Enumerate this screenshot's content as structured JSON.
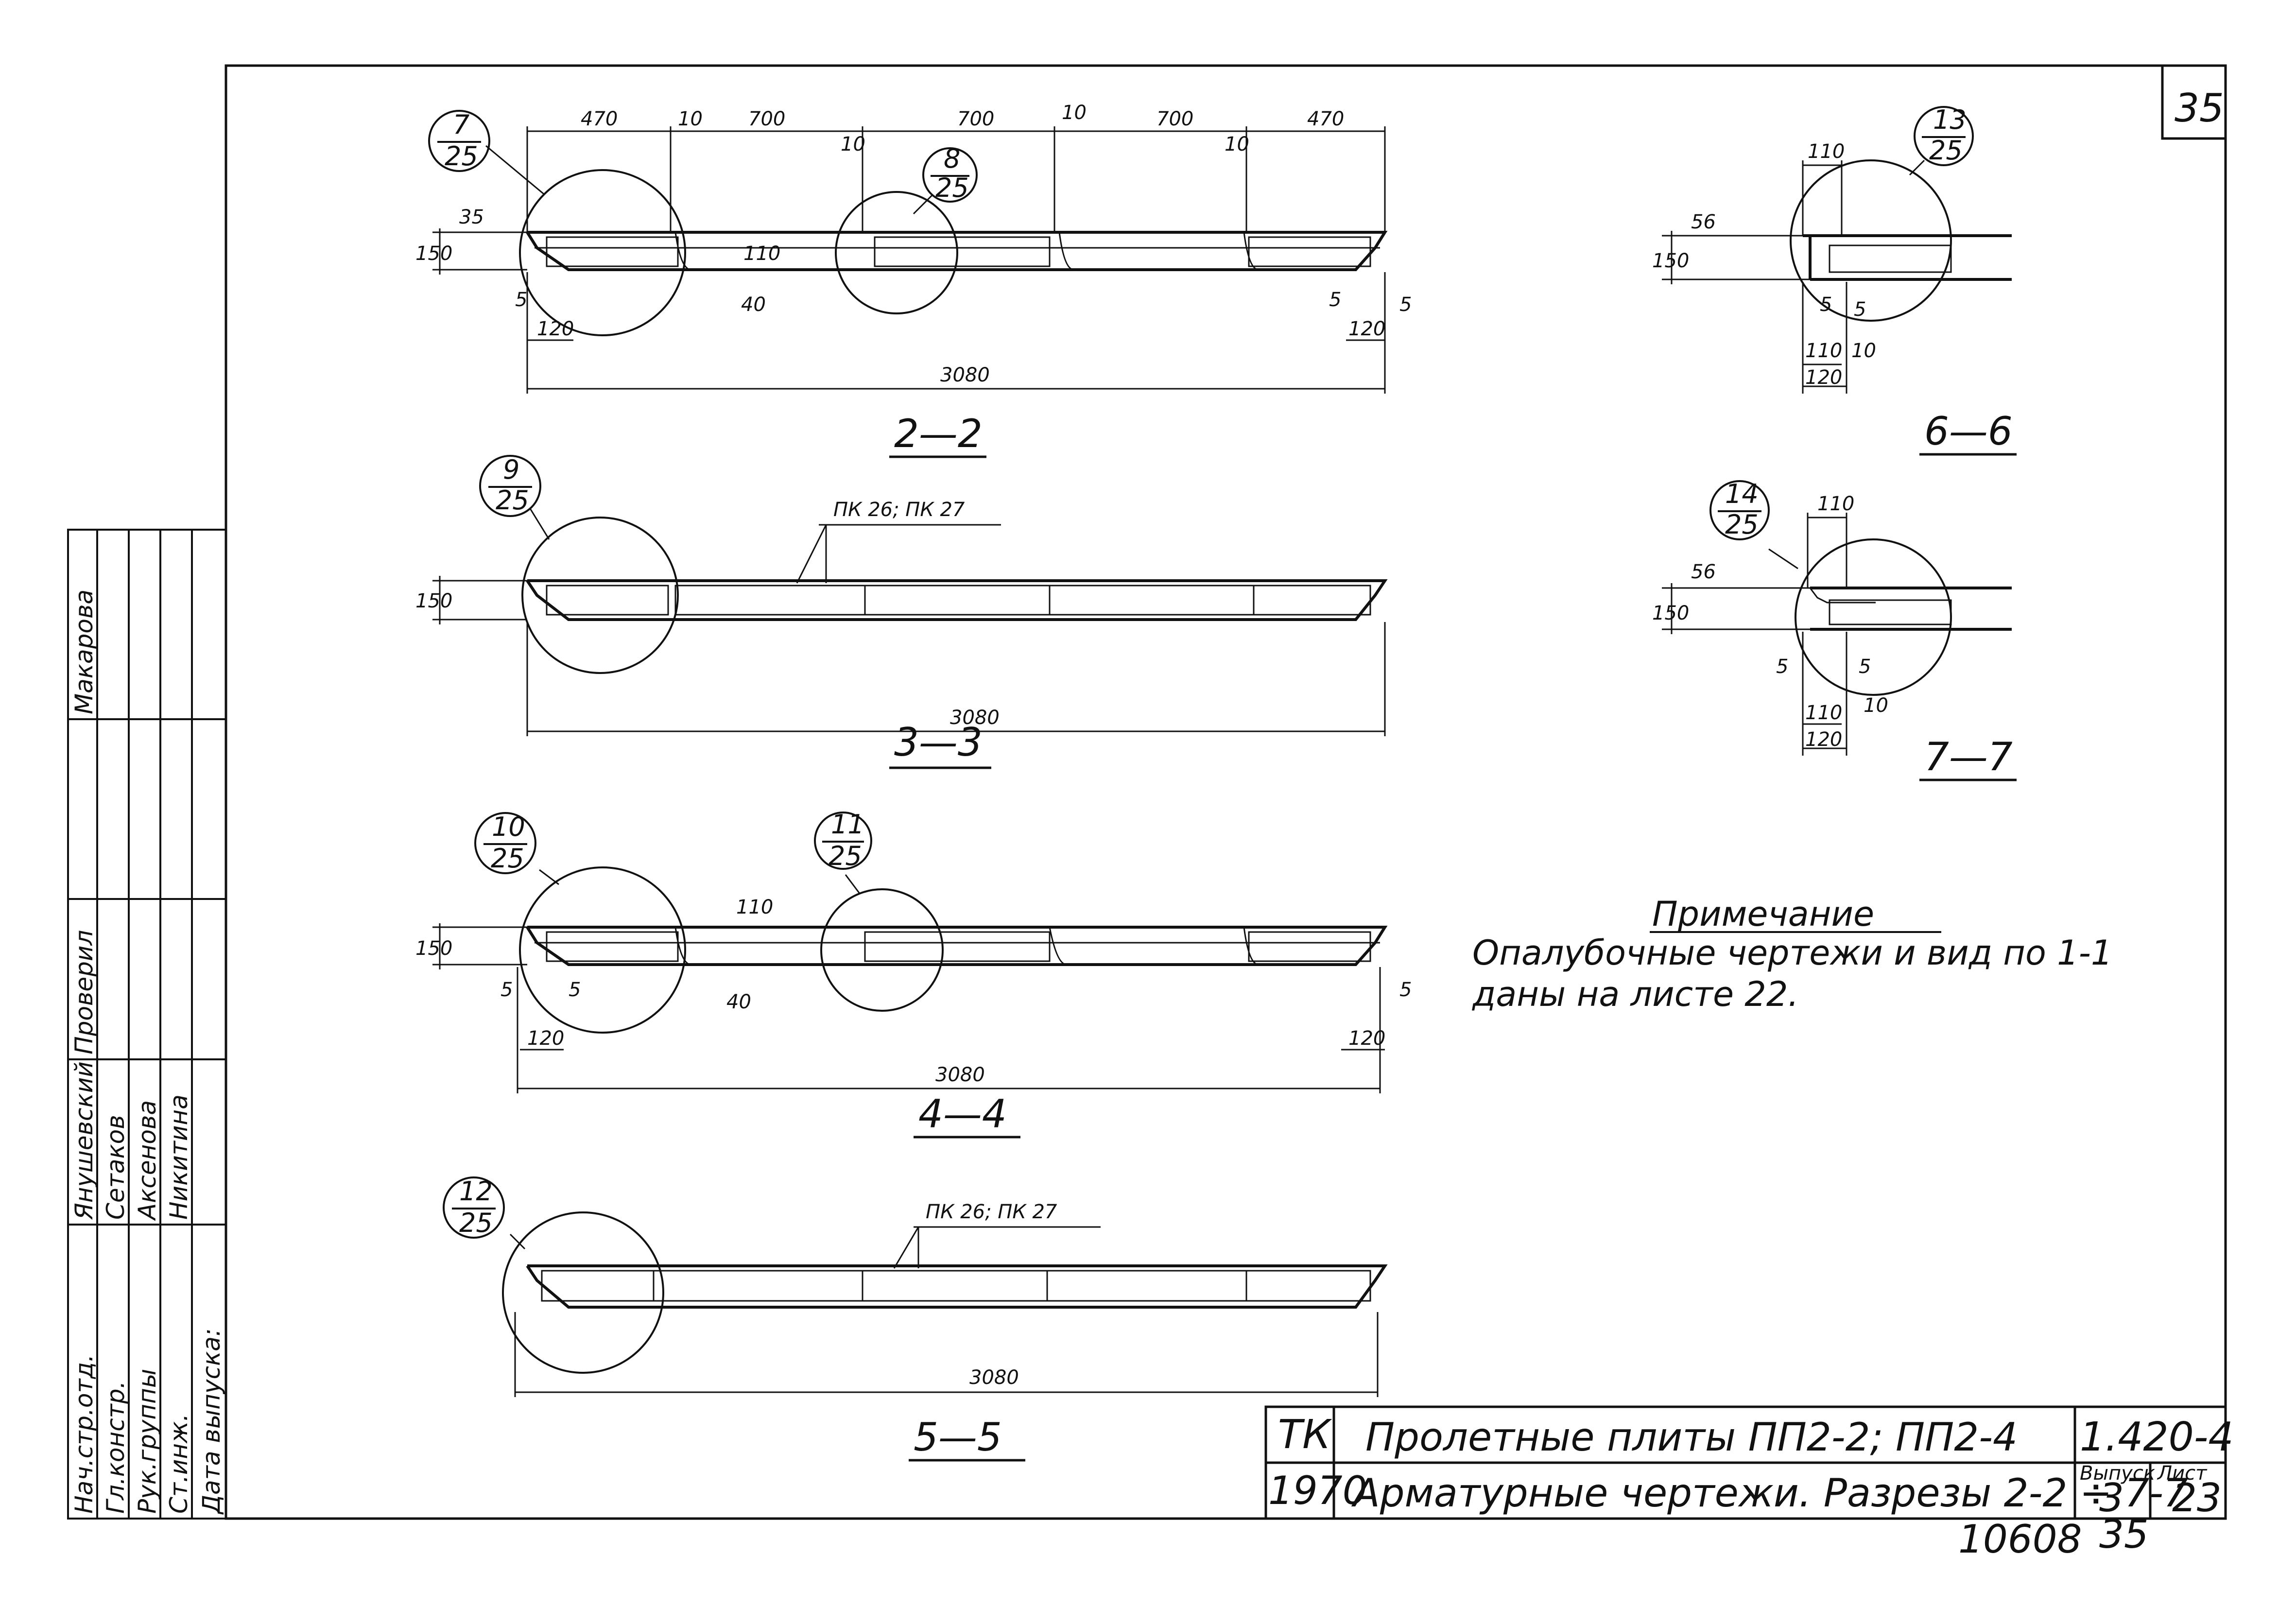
{
  "sheet": {
    "page_number": "35",
    "footer_left": "10608",
    "footer_right": "35"
  },
  "sections": {
    "s22": {
      "label": "2—2",
      "dims_top": [
        "470",
        "10",
        "700",
        "700",
        "10",
        "700",
        "10",
        "470"
      ],
      "dim_gap_left": "10",
      "height": "150",
      "top_layer": "35",
      "mid": "110",
      "bottom": "40",
      "edge": "5",
      "edge_right": "5",
      "edge_right2": "5",
      "base_left": "120",
      "base_right": "120",
      "total": "3080",
      "callouts": [
        {
          "n": "7",
          "s": "25"
        },
        {
          "n": "8",
          "s": "25"
        }
      ]
    },
    "s33": {
      "label": "3—3",
      "height": "150",
      "total": "3080",
      "tag": "ПК 26; ПК 27",
      "callouts": [
        {
          "n": "9",
          "s": "25"
        }
      ]
    },
    "s44": {
      "label": "4—4",
      "height": "150",
      "mid": "110",
      "bottom": "40",
      "edge_l1": "5",
      "edge_l2": "5",
      "edge_r": "5",
      "base_left": "120",
      "base_right": "120",
      "total": "3080",
      "callouts": [
        {
          "n": "10",
          "s": "25"
        },
        {
          "n": "11",
          "s": "25"
        }
      ]
    },
    "s55": {
      "label": "5—5",
      "total": "3080",
      "tag": "ПК 26; ПК 27",
      "callouts": [
        {
          "n": "12",
          "s": "25"
        }
      ]
    },
    "s66": {
      "label": "6—6",
      "height": "150",
      "top": "56",
      "w_top": "110",
      "e1": "5",
      "e2": "5",
      "w1": "110",
      "w2": "10",
      "w3": "120",
      "callouts": [
        {
          "n": "13",
          "s": "25"
        }
      ]
    },
    "s77": {
      "label": "7—7",
      "height": "150",
      "top": "56",
      "w_top": "110",
      "e1": "5",
      "e2": "5",
      "w1": "110",
      "w2": "10",
      "w3": "120",
      "callouts": [
        {
          "n": "14",
          "s": "25"
        }
      ]
    }
  },
  "note": {
    "title": "Примечание",
    "line1": "Опалубочные   чертежи   и вид по 1-1",
    "line2": "даны    на    листе  22."
  },
  "title_block": {
    "org": "ТК",
    "year": "1970",
    "title1": "Пролетные  плиты  ПП2-2; ПП2-4",
    "title2": "Арматурные  чертежи. Разрезы 2-2 ÷ 7-7",
    "code": "1.420-4",
    "issue_label": "Выпуск",
    "issue": "3",
    "sheet_label": "Лист",
    "sheet_no": "23"
  },
  "side_stamp": {
    "roles": [
      "Нач.стр.отд.",
      "Гл.констр.",
      "Рук.группы",
      "Ст.инж.",
      "Дата выпуска:"
    ],
    "names": [
      "Янушевский",
      "Сетаков",
      "Аксенова",
      "Никитина"
    ],
    "checked_label": "Проверил",
    "checked_name": "Макарова"
  },
  "colors": {
    "ink": "#111111",
    "paper": "#ffffff"
  }
}
